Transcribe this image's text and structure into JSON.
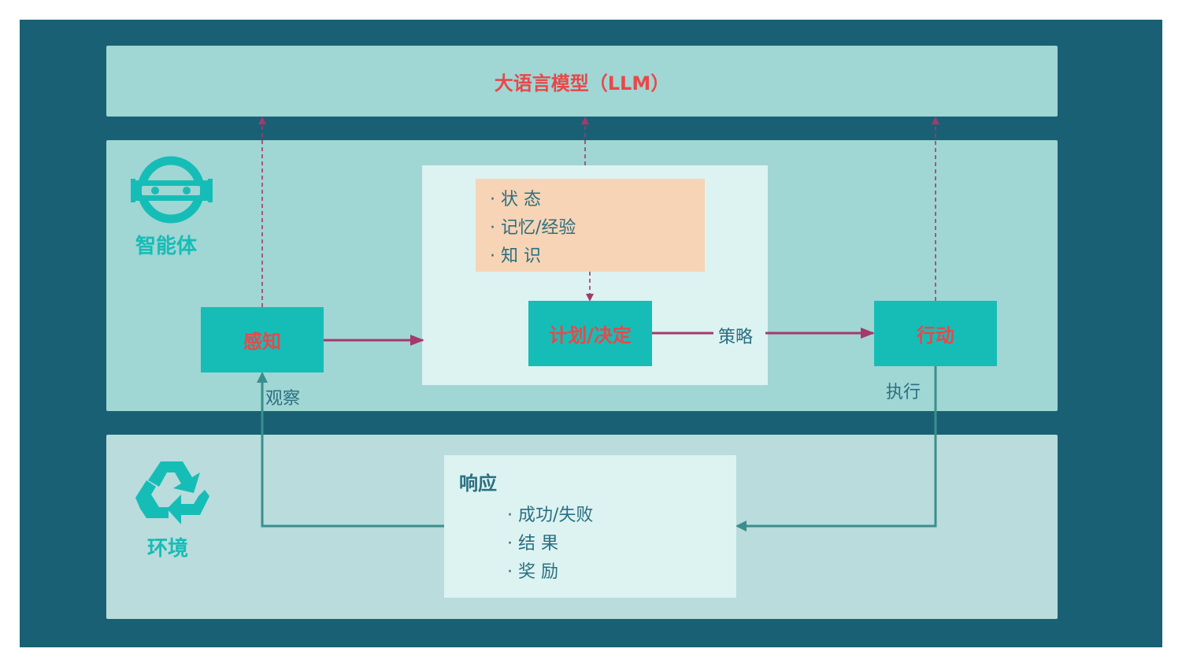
{
  "llm": {
    "title": "大语言模型（LLM）"
  },
  "agent": {
    "label": "智能体",
    "memory_items": [
      "· 状 态",
      "· 记忆/经验",
      "· 知 识"
    ],
    "nodes": {
      "perceive": "感知",
      "plan": "计划/决定",
      "act": "行动"
    },
    "edge_labels": {
      "strategy": "策略",
      "observe": "观察",
      "execute": "执行"
    }
  },
  "environment": {
    "label": "环境",
    "response": {
      "title": "响应",
      "items": [
        "· 成功/失败",
        "· 结 果",
        "· 奖 励"
      ]
    }
  },
  "colors": {
    "frame": "#1a6075",
    "panel": "#a0d6d4",
    "env_panel": "#badcdc",
    "node": "#16bdb7",
    "node_text": "#e8484a",
    "memory": "#f7d4b6",
    "arrow_main": "#a33a6b",
    "arrow_feedback": "#3a8f8d"
  }
}
